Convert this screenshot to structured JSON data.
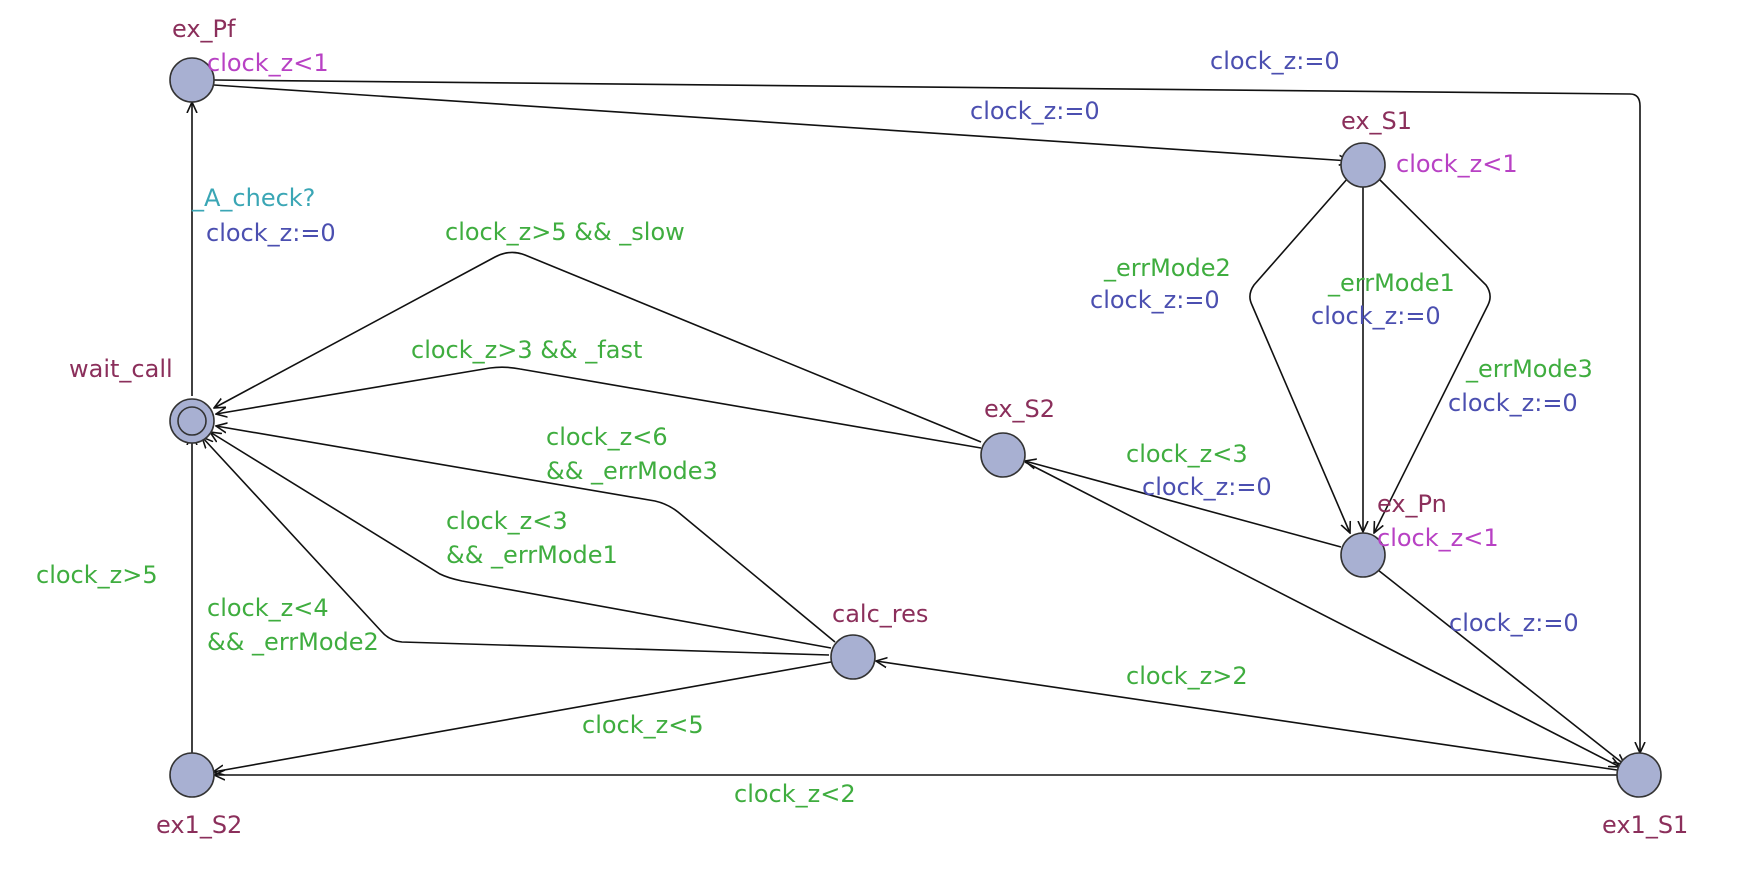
{
  "locations": {
    "ex_Pf": {
      "name": "ex_Pf",
      "invariant": "clock_z<1"
    },
    "ex_S1": {
      "name": "ex_S1",
      "invariant": "clock_z<1"
    },
    "wait_call": {
      "name": "wait_call",
      "initial": true
    },
    "ex_S2": {
      "name": "ex_S2"
    },
    "ex_Pn": {
      "name": "ex_Pn",
      "invariant": "clock_z<1"
    },
    "calc_res": {
      "name": "calc_res"
    },
    "ex1_S2": {
      "name": "ex1_S2"
    },
    "ex1_S1": {
      "name": "ex1_S1"
    }
  },
  "edges": {
    "pf_s1": {
      "update": "clock_z:=0"
    },
    "pf_ex1s1": {
      "update": "clock_z:=0"
    },
    "wait_pf": {
      "sync": "_A_check?",
      "update": "clock_z:=0"
    },
    "s2_wait_slow": {
      "guard": "clock_z>5 && _slow"
    },
    "s2_wait_fast": {
      "guard": "clock_z>3 && _fast"
    },
    "s1_pn_err2": {
      "guard": "_errMode2",
      "update": "clock_z:=0"
    },
    "s1_pn_err1": {
      "guard": "_errMode1",
      "update": "clock_z:=0"
    },
    "s1_pn_err3": {
      "guard": "_errMode3",
      "update": "clock_z:=0"
    },
    "pn_s2": {
      "guard": "clock_z<3",
      "update": "clock_z:=0"
    },
    "pn_ex1s1": {
      "update": "clock_z:=0"
    },
    "calc_wait_err3": {
      "guard_line1": "clock_z<6",
      "guard_line2": "&& _errMode3"
    },
    "calc_wait_err1": {
      "guard_line1": "clock_z<3",
      "guard_line2": "&& _errMode1"
    },
    "calc_wait_err2": {
      "guard_line1": "clock_z<4",
      "guard_line2": "&& _errMode2"
    },
    "ex1s2_wait": {
      "guard": "clock_z>5"
    },
    "ex1s1_calc": {
      "guard": "clock_z>2"
    },
    "calc_ex1s2": {
      "guard": "clock_z<5"
    },
    "ex1s1_ex1s2": {
      "guard": "clock_z<2"
    }
  },
  "colors": {
    "location_name": "#8b2f5b",
    "invariant": "#b841c4",
    "guard": "#3fad3f",
    "update": "#4b4fb0",
    "sync": "#3aa6b5",
    "node_fill": "#a8b0d2"
  }
}
